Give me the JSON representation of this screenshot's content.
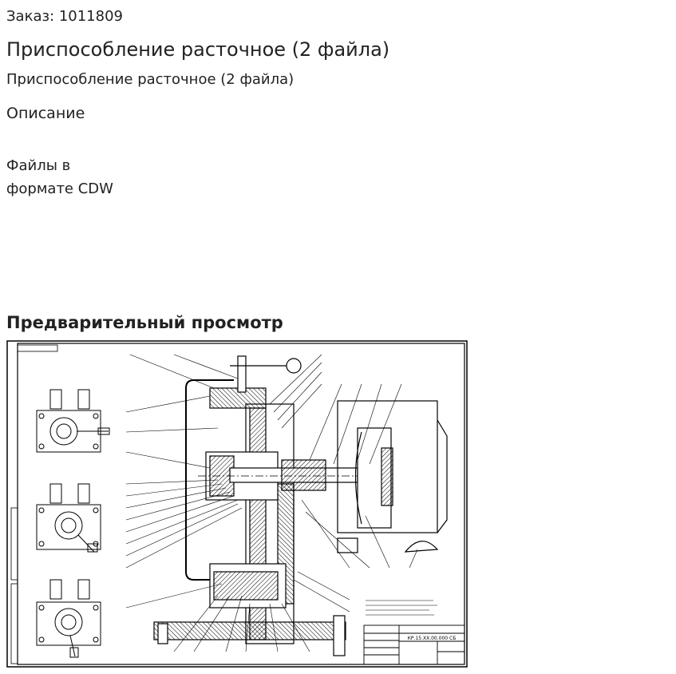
{
  "order_label": "Заказ: 1011809",
  "title": "Приспособление расточное (2 файла)",
  "subtitle": "Приспособление расточное (2 файла)",
  "description_heading": "Описание",
  "files_note": "Файлы в формате CDW",
  "preview_heading": "Предварительный просмотр",
  "drawing": {
    "kind": "technical-assembly-drawing",
    "title_block_code": "КР.15.ХХ.00.000 СБ"
  }
}
